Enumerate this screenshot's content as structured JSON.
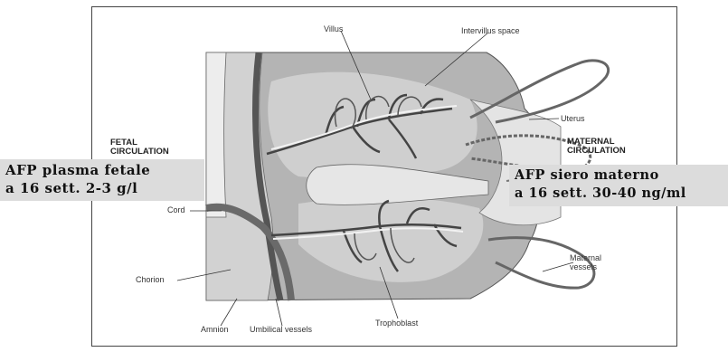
{
  "labels": {
    "villus": "Villus",
    "intervillus_space": "Intervillus space",
    "uterus": "Uterus",
    "fetal_circulation_line1": "FETAL",
    "fetal_circulation_line2": "CIRCULATION",
    "maternal_circulation_line1": "MATERNAL",
    "maternal_circulation_line2": "CIRCULATION",
    "cord": "Cord",
    "chorion": "Chorion",
    "amnion": "Amnion",
    "umbilical_vessels": "Umbilical vessels",
    "trophoblast": "Trophoblast",
    "maternal_vessels_line1": "Maternal",
    "maternal_vessels_line2": "vessels"
  },
  "callouts": {
    "fetal_line1": "AFP plasma fetale",
    "fetal_line2": "a 16 sett. 2-3 g/l",
    "maternal_line1": "AFP siero materno",
    "maternal_line2": "a 16 sett. 30-40 ng/ml"
  },
  "colors": {
    "tissue": "#b4b4b4",
    "vessel_dark": "#555555",
    "callout_bg": "#dcdcdc"
  }
}
